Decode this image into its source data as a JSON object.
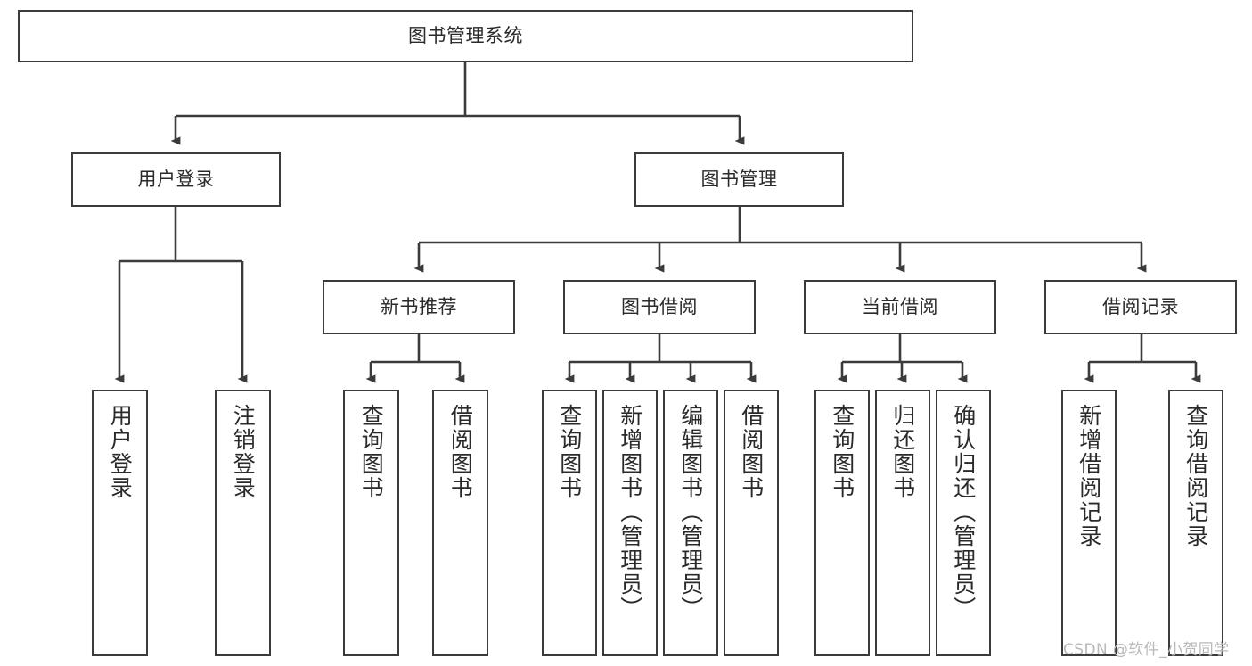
{
  "diagram": {
    "title": "图书管理系统",
    "type": "tree-hierarchy-diagram",
    "root": {
      "id": "root",
      "label": "图书管理系统"
    },
    "level2": [
      {
        "id": "user-login",
        "label": "用户登录"
      },
      {
        "id": "book-management",
        "label": "图书管理"
      }
    ],
    "level3": [
      {
        "id": "new-book-recommend",
        "label": "新书推荐",
        "parent": "book-management"
      },
      {
        "id": "book-borrow",
        "label": "图书借阅",
        "parent": "book-management"
      },
      {
        "id": "current-borrow",
        "label": "当前借阅",
        "parent": "book-management"
      },
      {
        "id": "borrow-record",
        "label": "借阅记录",
        "parent": "book-management"
      }
    ],
    "leaves": {
      "user-login": [
        {
          "id": "leaf-user-login",
          "label": "用户登录"
        },
        {
          "id": "leaf-logout",
          "label": "注销登录"
        }
      ],
      "new-book-recommend": [
        {
          "id": "leaf-query-book-1",
          "label": "查询图书"
        },
        {
          "id": "leaf-borrow-book-1",
          "label": "借阅图书"
        }
      ],
      "book-borrow": [
        {
          "id": "leaf-query-book-2",
          "label": "查询图书"
        },
        {
          "id": "leaf-add-book",
          "label": "新增图书（管理员）"
        },
        {
          "id": "leaf-edit-book",
          "label": "编辑图书（管理员）"
        },
        {
          "id": "leaf-borrow-book-2",
          "label": "借阅图书"
        }
      ],
      "current-borrow": [
        {
          "id": "leaf-query-book-3",
          "label": "查询图书"
        },
        {
          "id": "leaf-return-book",
          "label": "归还图书"
        },
        {
          "id": "leaf-confirm-return",
          "label": "确认归还（管理员）"
        }
      ],
      "borrow-record": [
        {
          "id": "leaf-add-record",
          "label": "新增借阅记录"
        },
        {
          "id": "leaf-query-record",
          "label": "查询借阅记录"
        }
      ]
    },
    "colors": {
      "stroke": "#3b3b3b",
      "fill": "#ffffff",
      "text": "#2a2a2a",
      "watermark": "#b9b9b9"
    }
  },
  "watermark": {
    "text": "CSDN @软件_小贺同学"
  }
}
